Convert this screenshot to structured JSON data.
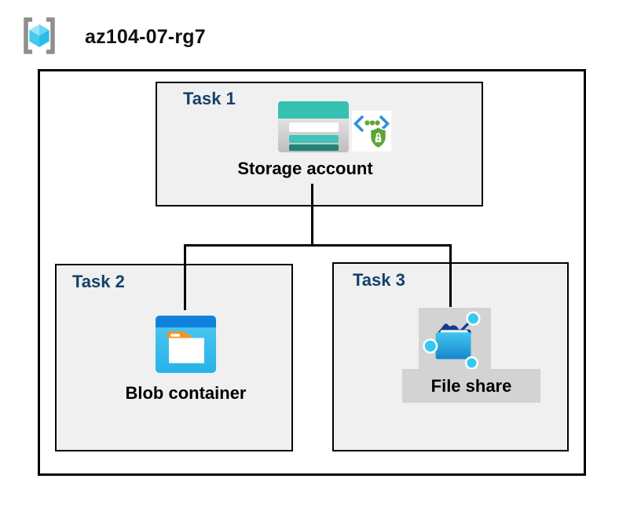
{
  "header": {
    "title": "az104-07-rg7",
    "icon": "resource-group-icon"
  },
  "tasks": [
    {
      "label": "Task 1",
      "caption": "Storage account",
      "icons": [
        "storage-account-icon",
        "sas-secure-access-icon"
      ]
    },
    {
      "label": "Task 2",
      "caption": "Blob container",
      "icons": [
        "blob-container-icon"
      ]
    },
    {
      "label": "Task 3",
      "caption": "File share",
      "icons": [
        "file-share-icon"
      ]
    }
  ],
  "connections": [
    {
      "from": "Storage account",
      "to": "Blob container"
    },
    {
      "from": "Storage account",
      "to": "File share"
    }
  ],
  "colors": {
    "task_label_color": "#17406B",
    "caption_color": "#000000",
    "box_fill": "#F0F0F0",
    "box_border": "#000000",
    "connector_color": "#000000",
    "selection_gray": "#D3D3D3",
    "storage_teal": "#35C1B2",
    "storage_teal_mid": "#3EC4B7",
    "storage_teal_dark": "#23837A",
    "sas_bracket_blue": "#2E8FD9",
    "sas_green": "#5CA538",
    "blob_header_blue": "#1181DE",
    "blob_body_cyan": "#3AC1EE",
    "folder_tab_orange": "#F7941E",
    "fileshare_navy": "#123E8C",
    "fileshare_cyan": "#29AEE4",
    "share_node_cyan": "#35C9F2",
    "rg_bracket_gray": "#8E8E8E",
    "rg_cube_cyan": "#45C9F0"
  }
}
